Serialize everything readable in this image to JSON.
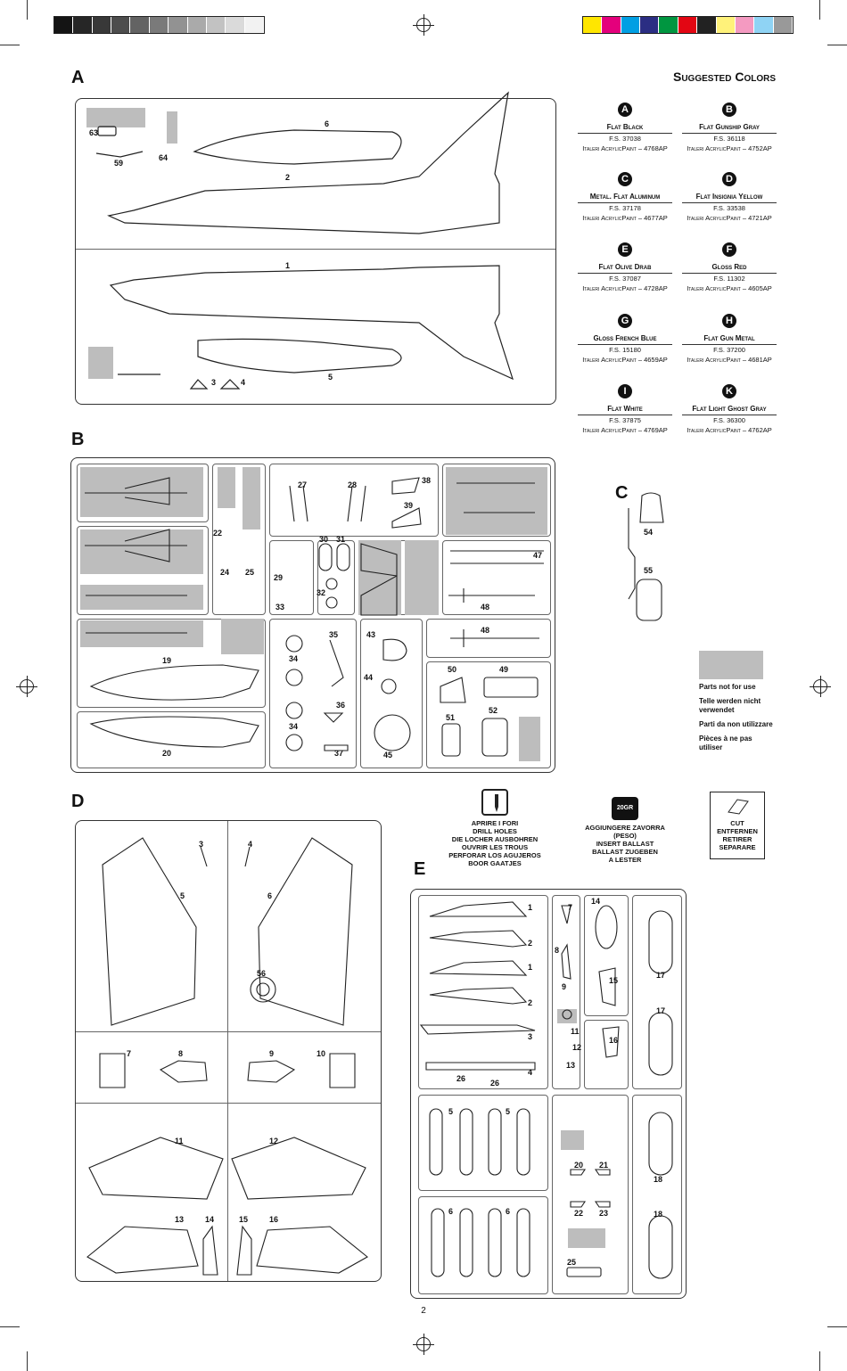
{
  "header": {
    "gray_swatches": [
      "#141414",
      "#262626",
      "#383838",
      "#4d4d4d",
      "#636363",
      "#7a7a7a",
      "#929292",
      "#aaaaaa",
      "#c2c2c2",
      "#dadada",
      "#f2f2f2"
    ],
    "color_swatches": [
      "#ffe600",
      "#e4007c",
      "#009fe3",
      "#2b2e83",
      "#009640",
      "#e30613",
      "#222222",
      "#fff27a",
      "#f49ac1",
      "#8fd3f4",
      "#999999"
    ]
  },
  "sections": {
    "a": "A",
    "b": "B",
    "c": "C",
    "d": "D",
    "e": "E"
  },
  "suggested_colors": {
    "title": "Suggested Colors",
    "items": [
      {
        "code": "A",
        "name": "Flat Black",
        "fs": "F.S. 37038",
        "paint": "Italeri AcrylicPaint – 4768AP"
      },
      {
        "code": "B",
        "name": "Flat Gunship Gray",
        "fs": "F.S. 36118",
        "paint": "Italeri AcrylicPaint – 4752AP"
      },
      {
        "code": "C",
        "name": "Metal. Flat Aluminum",
        "fs": "F.S. 37178",
        "paint": "Italeri AcrylicPaint – 4677AP"
      },
      {
        "code": "D",
        "name": "Flat Insignia Yellow",
        "fs": "F.S. 33538",
        "paint": "Italeri AcrylicPaint – 4721AP"
      },
      {
        "code": "E",
        "name": "Flat Olive Drab",
        "fs": "F.S. 37087",
        "paint": "Italeri AcrylicPaint – 4728AP"
      },
      {
        "code": "F",
        "name": "Gloss Red",
        "fs": "F.S. 11302",
        "paint": "Italeri AcrylicPaint – 4605AP"
      },
      {
        "code": "G",
        "name": "Gloss French Blue",
        "fs": "F.S. 15180",
        "paint": "Italeri AcrylicPaint – 4659AP"
      },
      {
        "code": "H",
        "name": "Flat Gun Metal",
        "fs": "F.S. 37200",
        "paint": "Italeri AcrylicPaint – 4681AP"
      },
      {
        "code": "I",
        "name": "Flat White",
        "fs": "F.S. 37875",
        "paint": "Italeri AcrylicPaint – 4769AP"
      },
      {
        "code": "K",
        "name": "Flat Light Ghost Gray",
        "fs": "F.S. 36300",
        "paint": "Italeri AcrylicPaint – 4762AP"
      }
    ]
  },
  "legend": {
    "lines": [
      "Parts not for use",
      "Telle werden nicht verwendet",
      "Parti da non utilizzare",
      "Pièces à ne pas utiliser"
    ]
  },
  "instructions": {
    "drill": [
      "APRIRE I FORI",
      "DRILL HOLES",
      "DIE LOCHER AUSBOHREN",
      "OUVRIR LES TROUS",
      "PERFORAR LOS AGUJEROS",
      "BOOR GAATJES"
    ],
    "ballast_label": "20GR",
    "ballast": [
      "AGGIUNGERE ZAVORRA (PESO)",
      "INSERT BALLAST",
      "BALLAST ZUGEBEN",
      "A LESTER"
    ],
    "cut": [
      "CUT",
      "ENTFERNEN",
      "RETIRER",
      "SEPARARE"
    ]
  },
  "parts": {
    "a": [
      "63",
      "59",
      "64",
      "6",
      "2",
      "1",
      "3",
      "4",
      "5"
    ],
    "b": [
      "27",
      "28",
      "38",
      "39",
      "22",
      "24",
      "25",
      "30",
      "31",
      "29",
      "32",
      "33",
      "47",
      "48",
      "48",
      "19",
      "35",
      "43",
      "34",
      "34",
      "36",
      "44",
      "50",
      "49",
      "51",
      "52",
      "20",
      "37",
      "45"
    ],
    "c": [
      "54",
      "55"
    ],
    "d": [
      "3",
      "4",
      "5",
      "6",
      "56",
      "7",
      "8",
      "9",
      "10",
      "11",
      "12",
      "13",
      "14",
      "15",
      "16"
    ],
    "e": [
      "1",
      "2",
      "1",
      "2",
      "3",
      "4",
      "26",
      "26",
      "7",
      "8",
      "9",
      "11",
      "12",
      "13",
      "14",
      "15",
      "16",
      "17",
      "17",
      "5",
      "5",
      "20",
      "21",
      "22",
      "23",
      "18",
      "6",
      "6",
      "25",
      "18"
    ]
  },
  "page_number": "2"
}
